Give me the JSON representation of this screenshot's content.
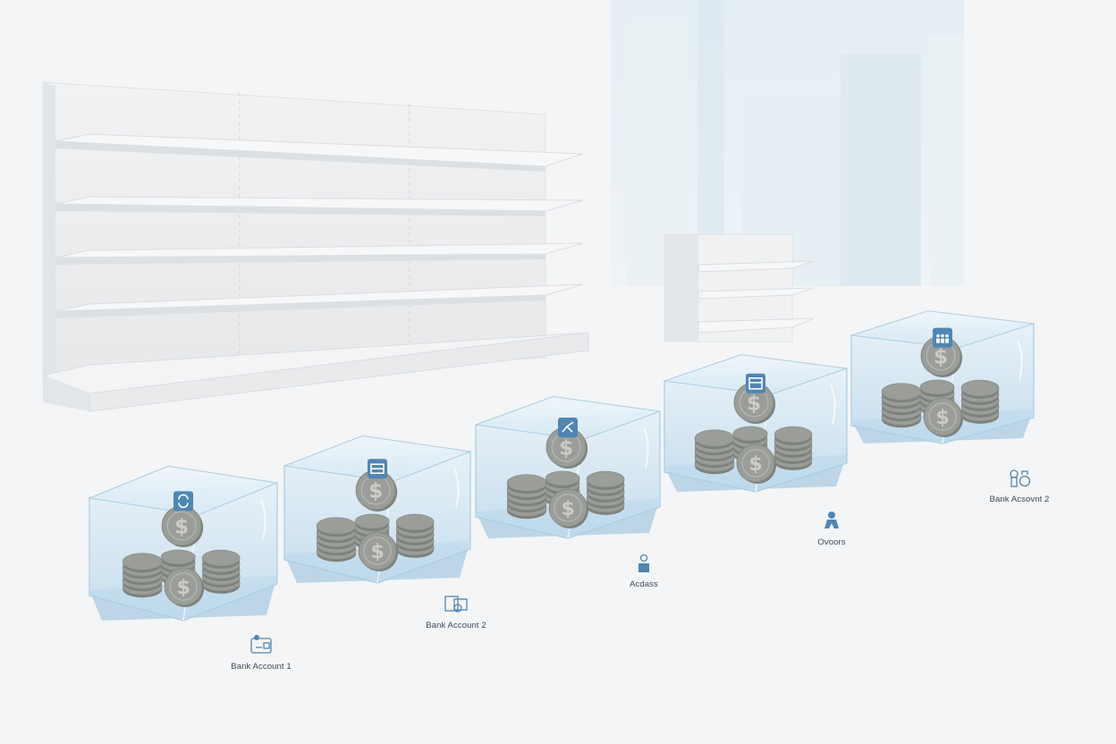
{
  "colors": {
    "background": "#f4f5f6",
    "shelf": "#e9ebed",
    "box_fill": "#cfe4f1",
    "box_edge": "#a9cde3",
    "coin": "#9a9d98",
    "coin_dark": "#7d817c",
    "accent": "#4e86b4"
  },
  "boxes": [
    {
      "name": "box-1",
      "badge_icon": "refresh-icon",
      "label": "Bank Account 1",
      "label_icon": "id-card-icon"
    },
    {
      "name": "box-2",
      "badge_icon": "card-icon",
      "label": "Bank Account 2",
      "label_icon": "documents-icon"
    },
    {
      "name": "box-3",
      "badge_icon": "trend-arrow-icon",
      "label": "Acdass",
      "label_icon": "user-pin-icon"
    },
    {
      "name": "box-4",
      "badge_icon": "window-icon",
      "label": "Ovoors",
      "label_icon": "person-icon"
    },
    {
      "name": "box-5",
      "badge_icon": "people-icon",
      "label": "Bank Acsovnt 2",
      "label_icon": "key-lock-icon"
    }
  ]
}
